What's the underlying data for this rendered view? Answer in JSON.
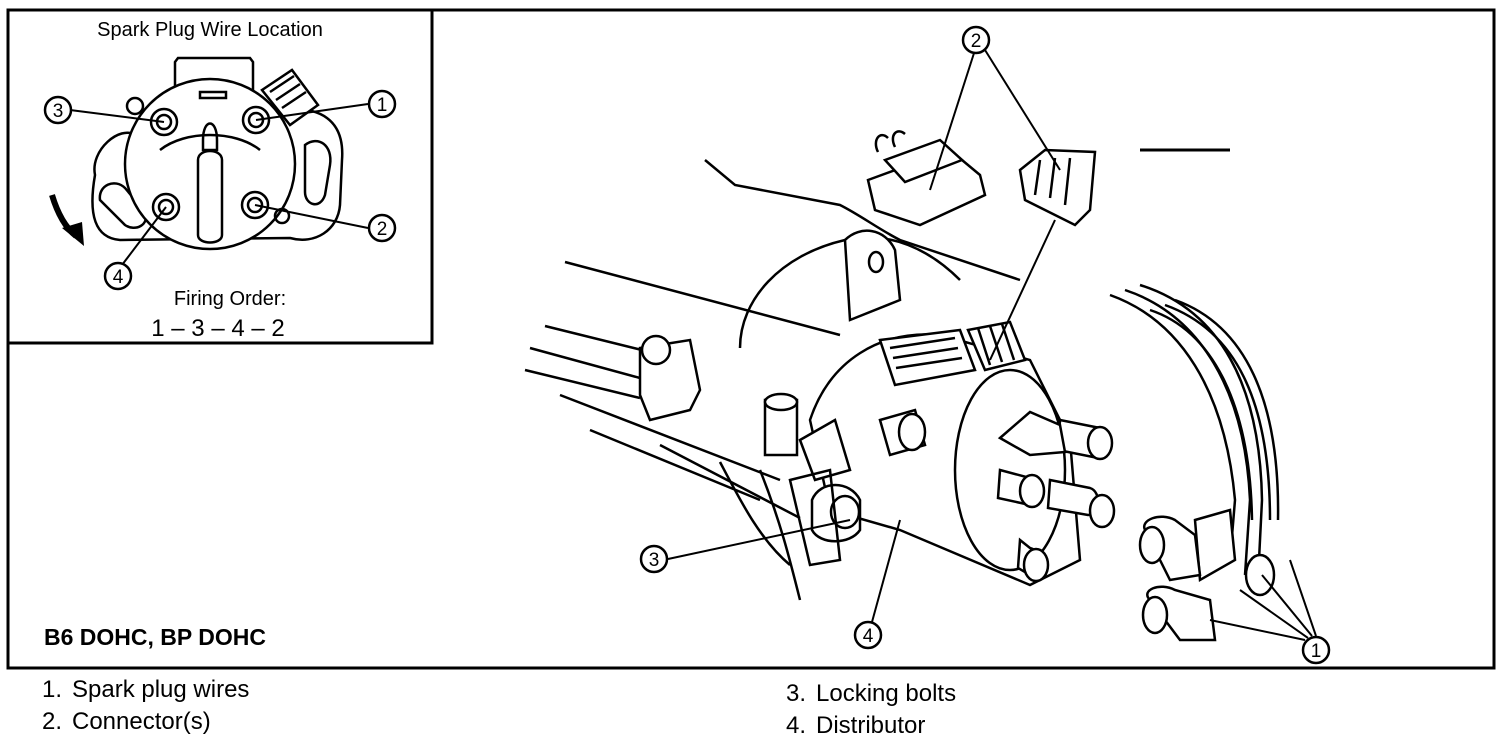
{
  "inset": {
    "title": "Spark Plug Wire Location",
    "firing_order_label": "Firing Order:",
    "firing_order": "1 – 3 – 4 – 2",
    "callouts": [
      "1",
      "2",
      "3",
      "4"
    ]
  },
  "main": {
    "engine_label": "B6 DOHC, BP DOHC",
    "callouts": {
      "c1": "1",
      "c2": "2",
      "c3": "3",
      "c4": "4"
    }
  },
  "legend": {
    "left": [
      {
        "num": "1.",
        "text": "Spark plug wires"
      },
      {
        "num": "2.",
        "text": "Connector(s)"
      }
    ],
    "right": [
      {
        "num": "3.",
        "text": "Locking bolts"
      },
      {
        "num": "4.",
        "text": "Distributor"
      }
    ]
  }
}
